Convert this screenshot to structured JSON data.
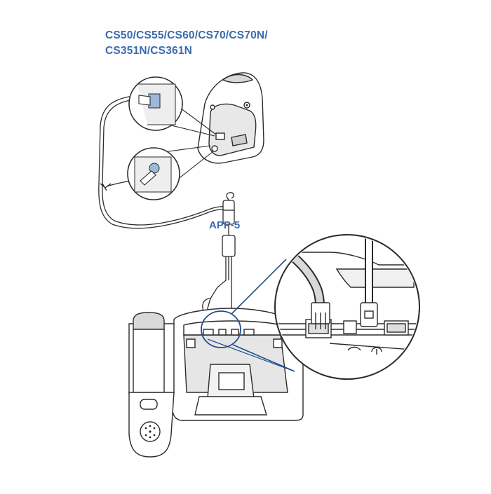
{
  "title": {
    "line1": "CS50/CS55/CS60/CS70/CS70N/",
    "line2": "CS351N/CS361N"
  },
  "adapter_label": "APP-5",
  "colors": {
    "label_blue": "#3a6aae",
    "line_dark": "#2b2b2b",
    "callout_blue": "#1f4f8f",
    "shade_light": "#d9d9d9",
    "shade_mid": "#b3b3b3"
  },
  "icons": {
    "base_station": "headset-base-station",
    "desk_phone": "desk-phone",
    "handset": "phone-handset",
    "adapter": "app5-cable-adapter"
  }
}
